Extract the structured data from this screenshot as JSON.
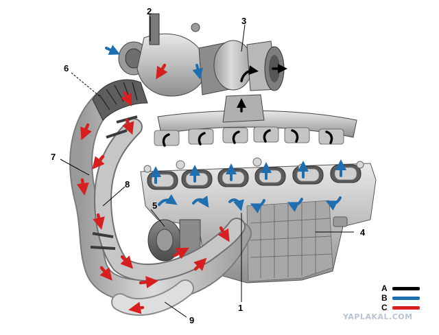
{
  "callouts": [
    {
      "id": "c1",
      "text": "1"
    },
    {
      "id": "c2",
      "text": "2"
    },
    {
      "id": "c3",
      "text": "3"
    },
    {
      "id": "c4",
      "text": "4"
    },
    {
      "id": "c5",
      "text": "5"
    },
    {
      "id": "c6",
      "text": "6"
    },
    {
      "id": "c7",
      "text": "7"
    },
    {
      "id": "c8",
      "text": "8"
    },
    {
      "id": "c9",
      "text": "9"
    }
  ],
  "legend": [
    {
      "letter": "A",
      "color": "#000000"
    },
    {
      "letter": "B",
      "color": "#1f6fb0"
    },
    {
      "letter": "C",
      "color": "#d62020"
    }
  ],
  "watermark": "YAPLAKAL.COM",
  "colors": {
    "flow_a": "#000000",
    "flow_b": "#1f6fb0",
    "flow_c": "#d62020",
    "metal": "#c9c9c9",
    "metal_dark": "#8a8a8a"
  }
}
